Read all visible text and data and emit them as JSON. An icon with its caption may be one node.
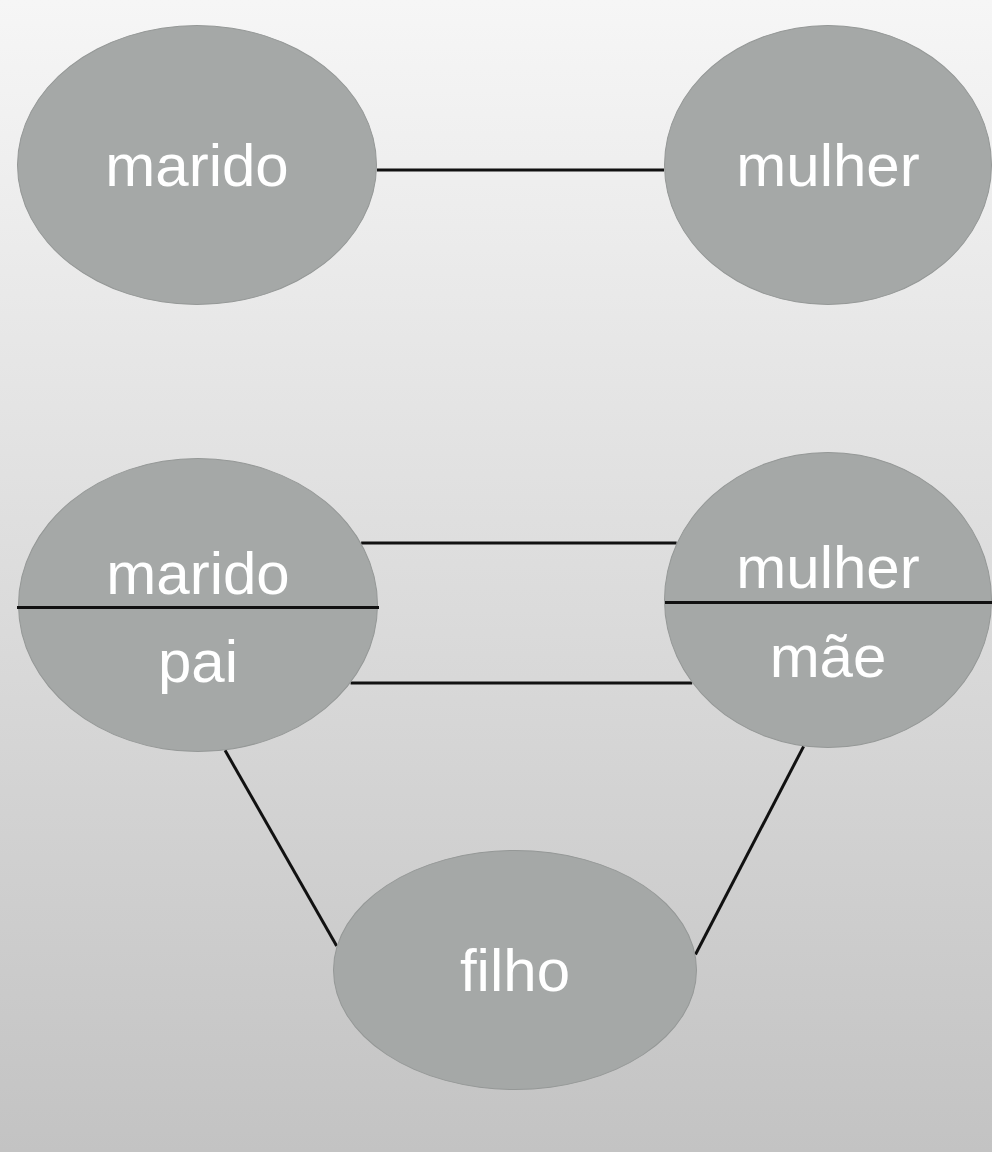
{
  "diagram": {
    "nodes": [
      {
        "text": [
          "marido"
        ]
      },
      {
        "text": [
          "mulher"
        ]
      },
      {
        "text": [
          "marido",
          "pai"
        ]
      },
      {
        "text": [
          "mulher",
          "mãe"
        ]
      },
      {
        "text": [
          "filho"
        ]
      }
    ],
    "edges": [
      {
        "from": 0,
        "to": 1,
        "arrow": "none"
      },
      {
        "from": 2,
        "to": 3,
        "arrow": "none"
      },
      {
        "from": 2,
        "to": 3,
        "arrow": "none"
      },
      {
        "from": 2,
        "to": 4,
        "arrow": "none"
      },
      {
        "from": 3,
        "to": 4,
        "arrow": "none"
      }
    ]
  }
}
